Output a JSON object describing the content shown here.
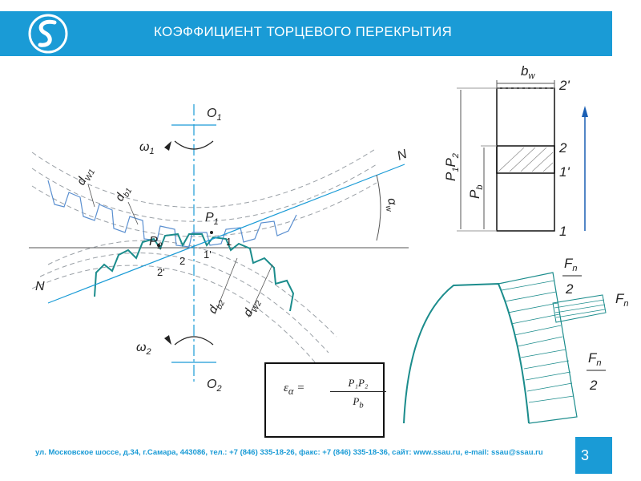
{
  "header": {
    "title": "КОЭФФИЦИЕНТ ТОРЦЕВОГО ПЕРЕКРЫТИЯ"
  },
  "footer": {
    "address": "ул. Московское шоссе, д.34, г.Самара, 443086, тел.: +7 (846) 335-18-26, факс: +7 (846) 335-18-36, сайт: www.ssau.ru, e-mail: ssau@ssau.ru"
  },
  "page": {
    "number": "3"
  },
  "colors": {
    "accent": "#1a9bd6",
    "gear": "#1b8c8c",
    "dash": "#9aa0a6"
  },
  "labels": {
    "o1": "O",
    "o1_sub": "1",
    "o2": "O",
    "o2_sub": "2",
    "omega1": "ω",
    "omega1_sub": "1",
    "omega2": "ω",
    "omega2_sub": "2",
    "dw1": "d",
    "dw1_sub": "W1",
    "db1": "d",
    "db1_sub": "b1",
    "db2": "d",
    "db2_sub": "b2",
    "dw2": "d",
    "dw2_sub": "W2",
    "n_right": "N",
    "n_left": "N",
    "alpha": "α",
    "alpha_sub": "w",
    "p1": "P",
    "p1_sub": "1",
    "p2": "P",
    "p2_sub": "2",
    "pt_1": "1",
    "pt_1prime": "1'",
    "pt_2": "2",
    "pt_2prime": "2'",
    "bw": "b",
    "bw_sub": "w",
    "r_2prime": "2'",
    "r_2": "2",
    "r_1prime": "1'",
    "r_1": "1",
    "p1p2": "P",
    "p1p2_sub1": "1",
    "p1p2_mid": "P",
    "p1p2_sub2": "2",
    "pb": "P",
    "pb_sub": "b",
    "fn": "F",
    "fn_sub": "n",
    "half": "2"
  },
  "formula": {
    "lhs": "ε",
    "lhs_sub": "α",
    "eq": "=",
    "num": "P₁P₂",
    "den": "P",
    "den_sub": "b"
  }
}
